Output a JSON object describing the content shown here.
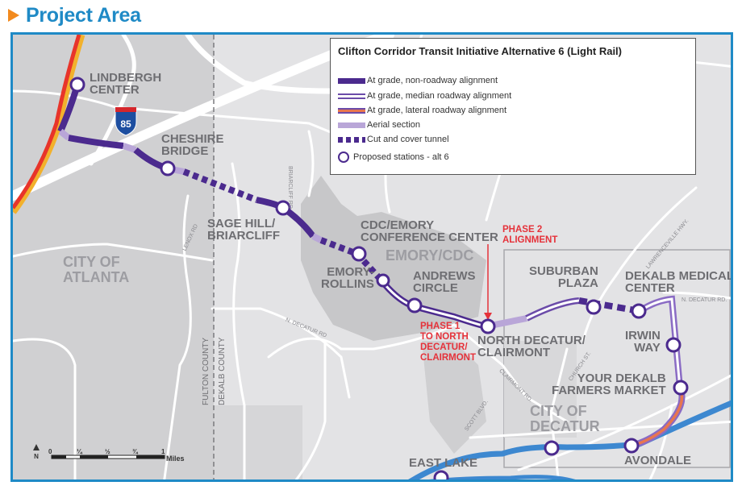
{
  "header": {
    "title": "Project Area",
    "bullet_color": "#f28a1e",
    "title_color": "#1f8ac6"
  },
  "legend": {
    "title": "Clifton Corridor Transit Initiative Alternative 6 (Light Rail)",
    "items": [
      {
        "type": "solid",
        "label": "At grade, non-roadway alignment",
        "color": "#4b2a8e"
      },
      {
        "type": "median",
        "label": "At grade, median roadway alignment",
        "color": "#6b4ba9"
      },
      {
        "type": "lateral",
        "label": "At grade, lateral roadway alignment",
        "color": "#e8764f"
      },
      {
        "type": "aerial",
        "label": "Aerial section",
        "color": "#b9a6d8"
      },
      {
        "type": "tunnel",
        "label": "Cut and cover tunnel",
        "color": "#4b2a8e"
      },
      {
        "type": "station",
        "label": "Proposed stations - alt 6",
        "color": "#4b2a8e"
      }
    ]
  },
  "stations": [
    {
      "name_line1": "LINDBERGH",
      "name_line2": "CENTER"
    },
    {
      "name_line1": "CHESHIRE",
      "name_line2": "BRIDGE"
    },
    {
      "name_line1": "SAGE HILL/",
      "name_line2": "BRIARCLIFF"
    },
    {
      "name_line1": "CDC/EMORY",
      "name_line2": "CONFERENCE CENTER"
    },
    {
      "name_line1": "EMORY-",
      "name_line2": "ROLLINS"
    },
    {
      "name_line1": "ANDREWS",
      "name_line2": "CIRCLE"
    },
    {
      "name_line1": "NORTH DECATUR/",
      "name_line2": "CLAIRMONT"
    },
    {
      "name_line1": "SUBURBAN",
      "name_line2": "PLAZA"
    },
    {
      "name_line1": "DEKALB MEDICAL",
      "name_line2": "CENTER"
    },
    {
      "name_line1": "IRWIN",
      "name_line2": "WAY"
    },
    {
      "name_line1": "YOUR DEKALB",
      "name_line2": "FARMERS MARKET"
    },
    {
      "name_line1": "AVONDALE",
      "name_line2": ""
    },
    {
      "name_line1": "EAST LAKE",
      "name_line2": ""
    }
  ],
  "areas": {
    "atlanta_line1": "CITY OF",
    "atlanta_line2": "ATLANTA",
    "decatur_line1": "CITY OF",
    "decatur_line2": "DECATUR",
    "emory": "EMORY/CDC"
  },
  "annotations": {
    "phase2_line1": "PHASE 2",
    "phase2_line2": "ALIGNMENT",
    "phase1_line1": "PHASE 1",
    "phase1_line2": "TO NORTH",
    "phase1_line3": "DECATUR/",
    "phase1_line4": "CLAIRMONT",
    "annotation_color": "#e5323a"
  },
  "counties": {
    "west": "FULTON COUNTY",
    "east": "DEKALB COUNTY"
  },
  "roads": {
    "interstate_shield": "85",
    "briarcliff": "BRIARCLIFF RD",
    "lenox": "LENOX RD",
    "n_decatur_west": "N. DECATUR RD",
    "n_decatur_east": "N. DECATUR RD.",
    "lawrenceville": "LAWRENCEVILLE HWY.",
    "clairmont": "CLAIRMONT RD.",
    "church": "CHURCH ST.",
    "scott": "SCOTT BLVD."
  },
  "scale_bar": {
    "ticks": [
      "0",
      "¼",
      "½",
      "¾",
      "1"
    ],
    "unit": "Miles",
    "north": "N"
  }
}
